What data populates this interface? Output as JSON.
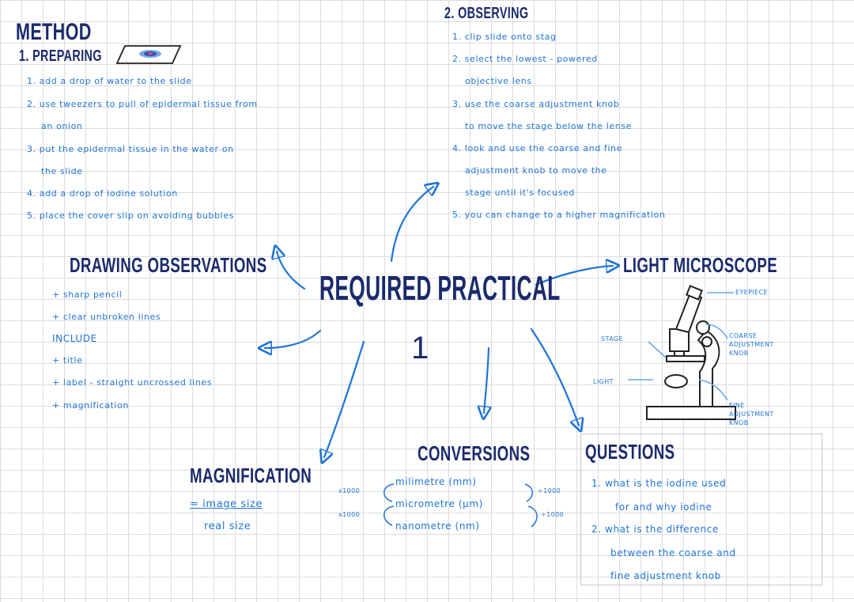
{
  "method": {
    "title": "METHOD",
    "preparing_title": "1. PREPARING",
    "steps": [
      "1. add a drop of water to the slide",
      "2. use tweezers to pull of epidermal tissue from",
      "an onion",
      "3. put the epidermal tissue in the water on",
      "the slide",
      "4. add a drop of iodine solution",
      "5. place the cover slip on avoiding bubbles"
    ]
  },
  "observing": {
    "title": "2. OBSERVING",
    "steps": [
      "1. clip slide onto stag",
      "2. select the lowest - powered",
      "objective lens",
      "3. use the coarse adjustment knob",
      "to move the stage below the lense",
      "4. look and use the coarse and fine",
      "adjustment knob to move the",
      "stage until it's focused",
      "5. you can change to a higher magnification"
    ]
  },
  "drawing": {
    "title": "DRAWING OBSERVATIONS",
    "items": [
      "+ sharp pencil",
      "+ clear unbroken lines",
      "INCLUDE",
      "+ title",
      "+ label - straight uncrossed lines",
      "+ magnification"
    ]
  },
  "center": {
    "line1": "REQUIRED PRACTICAL",
    "line2": "1"
  },
  "microscope": {
    "title": "LIGHT MICROSCOPE",
    "labels": {
      "eyepiece": "EYEPIECE",
      "stage": "STAGE",
      "light": "LIGHT",
      "coarse": [
        "COARSE",
        "ADJUSTMENT",
        "KNOB"
      ],
      "fine": [
        "FINE",
        "ADJUSTMENT",
        "KNOB"
      ]
    }
  },
  "magnification": {
    "title": "MAGNIFICATION",
    "numerator": "= image size",
    "denominator": "real size"
  },
  "conversions": {
    "title": "CONVERSIONS",
    "units": [
      "milimetre (mm)",
      "micrometre (μm)",
      "nanometre (nm)"
    ],
    "multiply": [
      "x1000",
      "x1000"
    ],
    "divide": [
      "÷1000",
      "÷1000"
    ]
  },
  "questions": {
    "title": "QUESTIONS",
    "items": [
      "1. what is the iodine used",
      "for and why iodine",
      "2. what is the difference",
      "between the coarse and",
      "fine adjustment knob"
    ]
  },
  "colors": {
    "heading": "#1a2a6c",
    "text": "#1f74d6",
    "grid": "#dcdcdc"
  }
}
